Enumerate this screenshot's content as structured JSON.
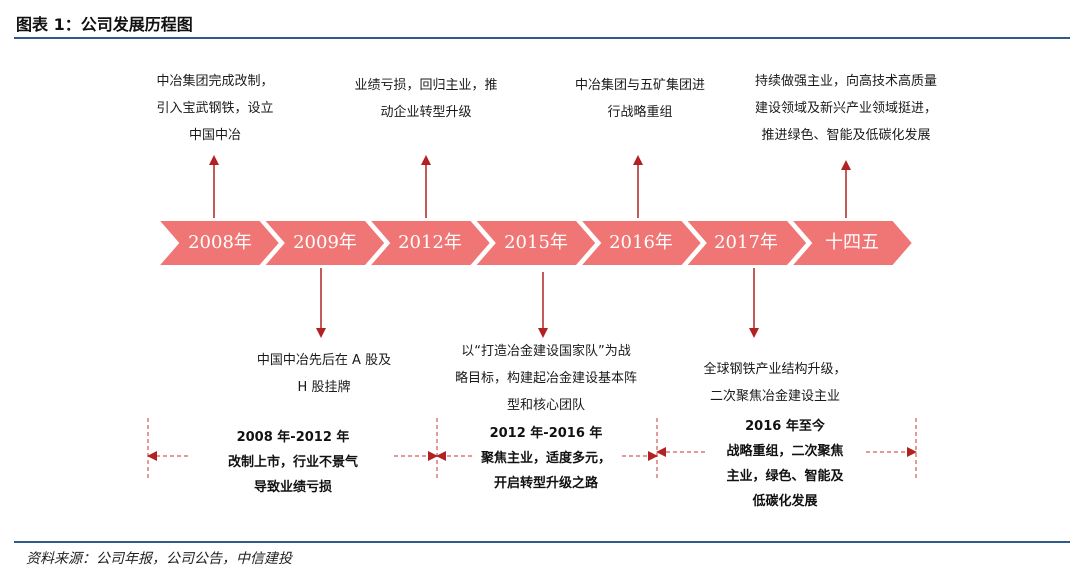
{
  "header": {
    "title": "图表 1：公司发展历程图"
  },
  "timeline": {
    "steps": [
      "2008年",
      "2009年",
      "2012年",
      "2015年",
      "2016年",
      "2017年",
      "十四五"
    ],
    "accent_color": "#f07676"
  },
  "events_top": [
    {
      "year": "2008年",
      "lines": [
        "中冶集团完成改制，",
        "引入宝武钢铁，设立",
        "中国中冶"
      ]
    },
    {
      "year": "2012年",
      "lines": [
        "业绩亏损，回归主业，推",
        "动企业转型升级"
      ]
    },
    {
      "year": "2016年",
      "lines": [
        "中冶集团与五矿集团进",
        "行战略重组"
      ]
    },
    {
      "year": "十四五",
      "lines": [
        "持续做强主业，向高技术高质量",
        "建设领域及新兴产业领域挺进，",
        "推进绿色、智能及低碳化发展"
      ]
    }
  ],
  "events_bottom": [
    {
      "year": "2009年",
      "lines": [
        "中国中冶先后在 A 股及",
        "H 股挂牌"
      ]
    },
    {
      "year": "2015年",
      "lines": [
        "以“打造冶金建设国家队”为战",
        "略目标，构建起冶金建设基本阵",
        "型和核心团队"
      ]
    },
    {
      "year": "2017年",
      "lines": [
        "全球钢铁产业结构升级，",
        "二次聚焦冶金建设主业"
      ]
    }
  ],
  "periods": [
    {
      "lines": [
        "2008 年-2012 年",
        "改制上市，行业不景气",
        "导致业绩亏损"
      ]
    },
    {
      "lines": [
        "2012 年-2016 年",
        "聚焦主业，适度多元，",
        "开启转型升级之路"
      ]
    },
    {
      "lines": [
        "2016 年至今",
        "战略重组，二次聚焦",
        "主业，绿色、智能及",
        "低碳化发展"
      ]
    }
  ],
  "footer": {
    "source": "资料来源：公司年报，公司公告，中信建投"
  }
}
